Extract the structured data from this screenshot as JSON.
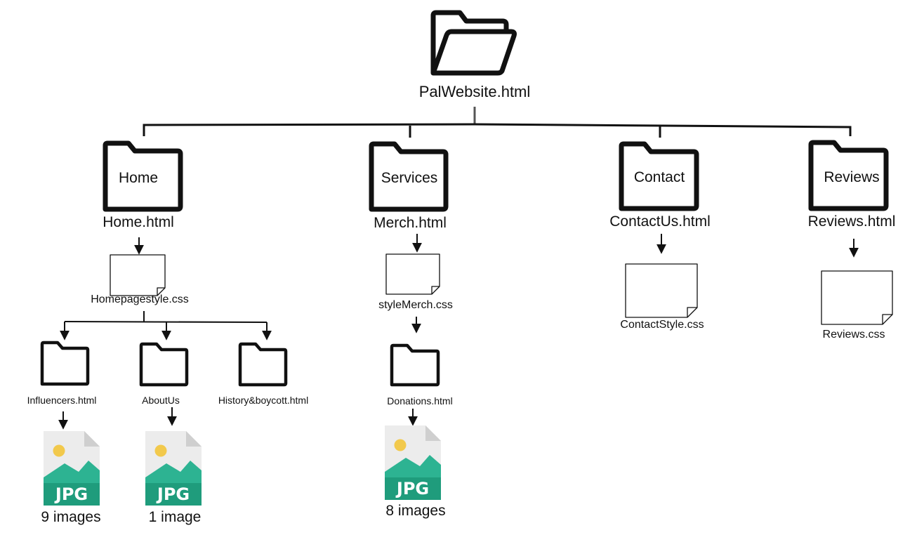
{
  "root": {
    "file": "PalWebsite.html"
  },
  "branches": [
    {
      "folder": "Home",
      "file": "Home.html",
      "css": "Homepagestyle.css",
      "subpages": [
        {
          "file": "Influencers.html",
          "images": "9 images"
        },
        {
          "file": "AboutUs",
          "images": "1 image"
        },
        {
          "file": "History&boycott.html"
        }
      ]
    },
    {
      "folder": "Services",
      "file": "Merch.html",
      "css": "styleMerch.css",
      "subpages": [
        {
          "file": "Donations.html",
          "images": "8 images"
        }
      ]
    },
    {
      "folder": "Contact",
      "file": "ContactUs.html",
      "css": "ContactStyle.css"
    },
    {
      "folder": "Reviews",
      "file": "Reviews.html",
      "css": "Reviews.css"
    }
  ],
  "jpg_badge": "JPG",
  "colors": {
    "jpg_teal": "#2db392",
    "jpg_teal_dark": "#1f9c7c",
    "sun": "#f2c94c",
    "page_gray": "#ececec",
    "stroke": "#111111"
  }
}
